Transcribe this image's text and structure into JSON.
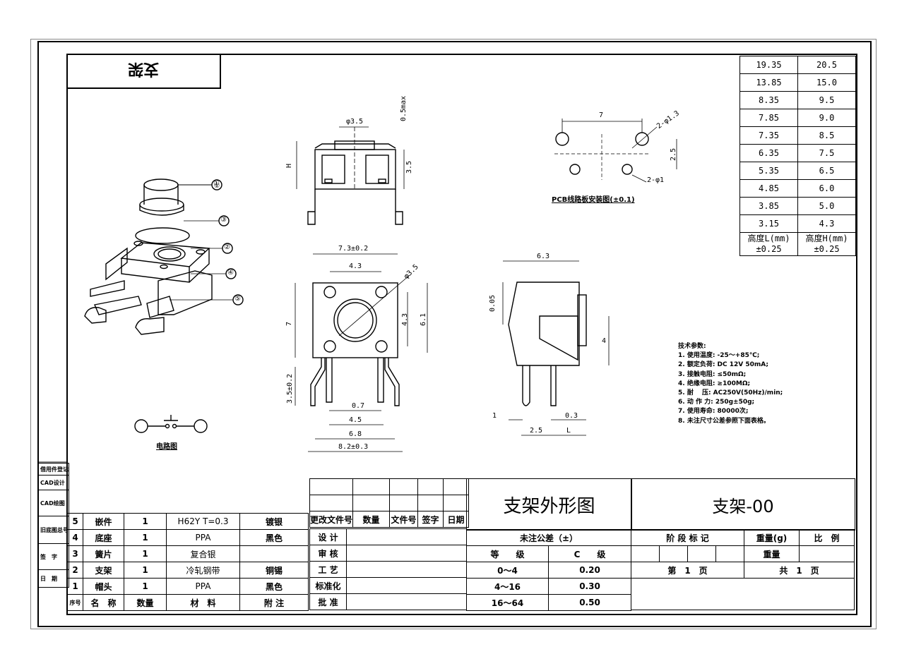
{
  "drawing_title_rotated": "支架",
  "height_table": {
    "rows": [
      [
        "19.35",
        "20.5"
      ],
      [
        "13.85",
        "15.0"
      ],
      [
        "8.35",
        "9.5"
      ],
      [
        "7.85",
        "9.0"
      ],
      [
        "7.35",
        "8.5"
      ],
      [
        "6.35",
        "7.5"
      ],
      [
        "5.35",
        "6.5"
      ],
      [
        "4.85",
        "6.0"
      ],
      [
        "3.85",
        "5.0"
      ],
      [
        "3.15",
        "4.3"
      ]
    ],
    "header_l": "高度L(mm)",
    "header_l2": "±0.25",
    "header_h": "高度H(mm)",
    "header_h2": "±0.25"
  },
  "exploded_callouts": [
    "①",
    "③",
    "②",
    "④",
    "⑤"
  ],
  "circuit_caption": "电路图",
  "pcb_caption": "PCB线路板安装图(±0.1)",
  "dims": {
    "top_d35": "φ3.5",
    "top_05max": "0.5max",
    "top_H": "H",
    "top_35": "3.5",
    "pcb_7": "7",
    "pcb_2d13": "2-φ1.3",
    "pcb_25": "2.5",
    "pcb_2d1": "2-φ1",
    "front_73": "7.3±0.2",
    "front_43a": "4.3",
    "front_d35": "φ3.5",
    "front_7": "7",
    "front_43b": "4.3",
    "front_61": "6.1",
    "front_35": "3.5±0.2",
    "front_07": "0.7",
    "front_45": "4.5",
    "front_68": "6.8",
    "front_82": "8.2±0.3",
    "side_63": "6.3",
    "side_005": "0.05",
    "side_4": "4",
    "side_1": "1",
    "side_03": "0.3",
    "side_25": "2.5",
    "side_L": "L"
  },
  "tech": [
    "技术参数:",
    "1. 使用温度: -25～+85℃;",
    "2. 额定负荷: DC 12V 50mA;",
    "3. 接触电阻: ≤50mΩ;",
    "4. 绝缘电阻: ≥100MΩ;",
    "5. 耐　 压: AC250V(50Hz)/min;",
    "6. 动 作 力: 250g±50g;",
    "7. 使用寿命: 80000次;",
    "8. 未注尺寸公差参照下面表格。"
  ],
  "left_strip": [
    "借用件登记",
    "CAD设计",
    "CAD绘图",
    "旧底图总号",
    "签　字",
    "日　期"
  ],
  "bom": {
    "rows": [
      [
        "5",
        "嵌件",
        "1",
        "H62Y T=0.3",
        "镀银"
      ],
      [
        "4",
        "底座",
        "1",
        "PPA",
        "黑色"
      ],
      [
        "3",
        "簧片",
        "1",
        "复合银",
        ""
      ],
      [
        "2",
        "支架",
        "1",
        "冷轧钢带",
        "铜锡"
      ],
      [
        "1",
        "帽头",
        "1",
        "PPA",
        "黑色"
      ]
    ],
    "header": [
      "序号",
      "名　称",
      "数量",
      "材　料",
      "附 注"
    ]
  },
  "revision": {
    "headers": [
      "更改文件号",
      "数量",
      "文件号",
      "签字",
      "日期"
    ],
    "roles": [
      "设 计",
      "审 核",
      "工 艺",
      "标准化",
      "批 准"
    ]
  },
  "title_block": {
    "drawing_name": "支架外形图",
    "drawing_code": "支架-00",
    "tol_title": "未注公差（±）",
    "tol_head": [
      "等　　级",
      "C　　级"
    ],
    "tol_rows": [
      [
        "0～4",
        "0.20"
      ],
      [
        "4～16",
        "0.30"
      ],
      [
        "16～64",
        "0.50"
      ]
    ],
    "stage": "阶 段 标 记",
    "weight": "重量(g)",
    "scale": "比　例",
    "weight2": "重量",
    "sheet": "第　1　页",
    "total": "共　1　页"
  }
}
